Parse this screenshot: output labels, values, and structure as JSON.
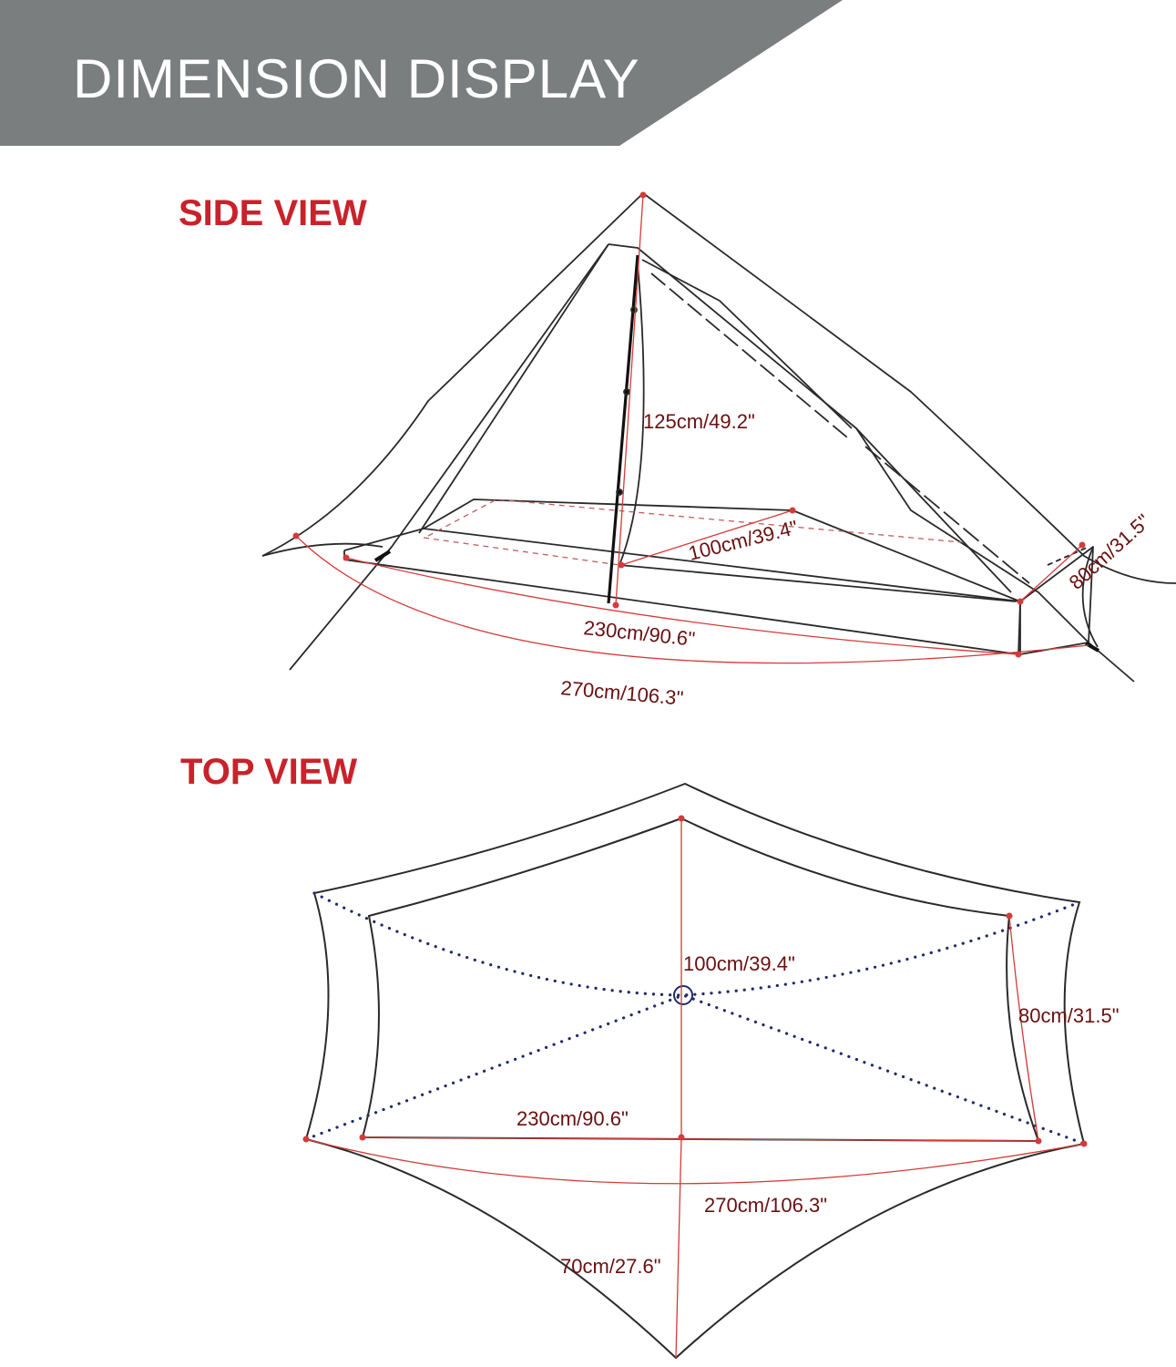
{
  "banner": {
    "title": "DIMENSION DISPLAY",
    "color": "#7b7e7f"
  },
  "side_view": {
    "title": "SIDE VIEW",
    "height_label": "125cm/49.2\"",
    "inner_width_label": "100cm/39.4\"",
    "end_label": "80cm/31.5\"",
    "inner_length_label": "230cm/90.6\"",
    "outer_length_label": "270cm/106.3\""
  },
  "top_view": {
    "title": "TOP VIEW",
    "width_label": "100cm/39.4\"",
    "end_label": "80cm/31.5\"",
    "inner_length_label": "230cm/90.6\"",
    "outer_length_label": "270cm/106.3\"",
    "vestibule_label": "70cm/27.6\""
  },
  "colors": {
    "title_red": "#c9222a",
    "dimension_red": "#d63a3a",
    "label_text": "#6a1010",
    "outline": "#2a2a2a",
    "guy_dots": "#1f2a6b"
  }
}
